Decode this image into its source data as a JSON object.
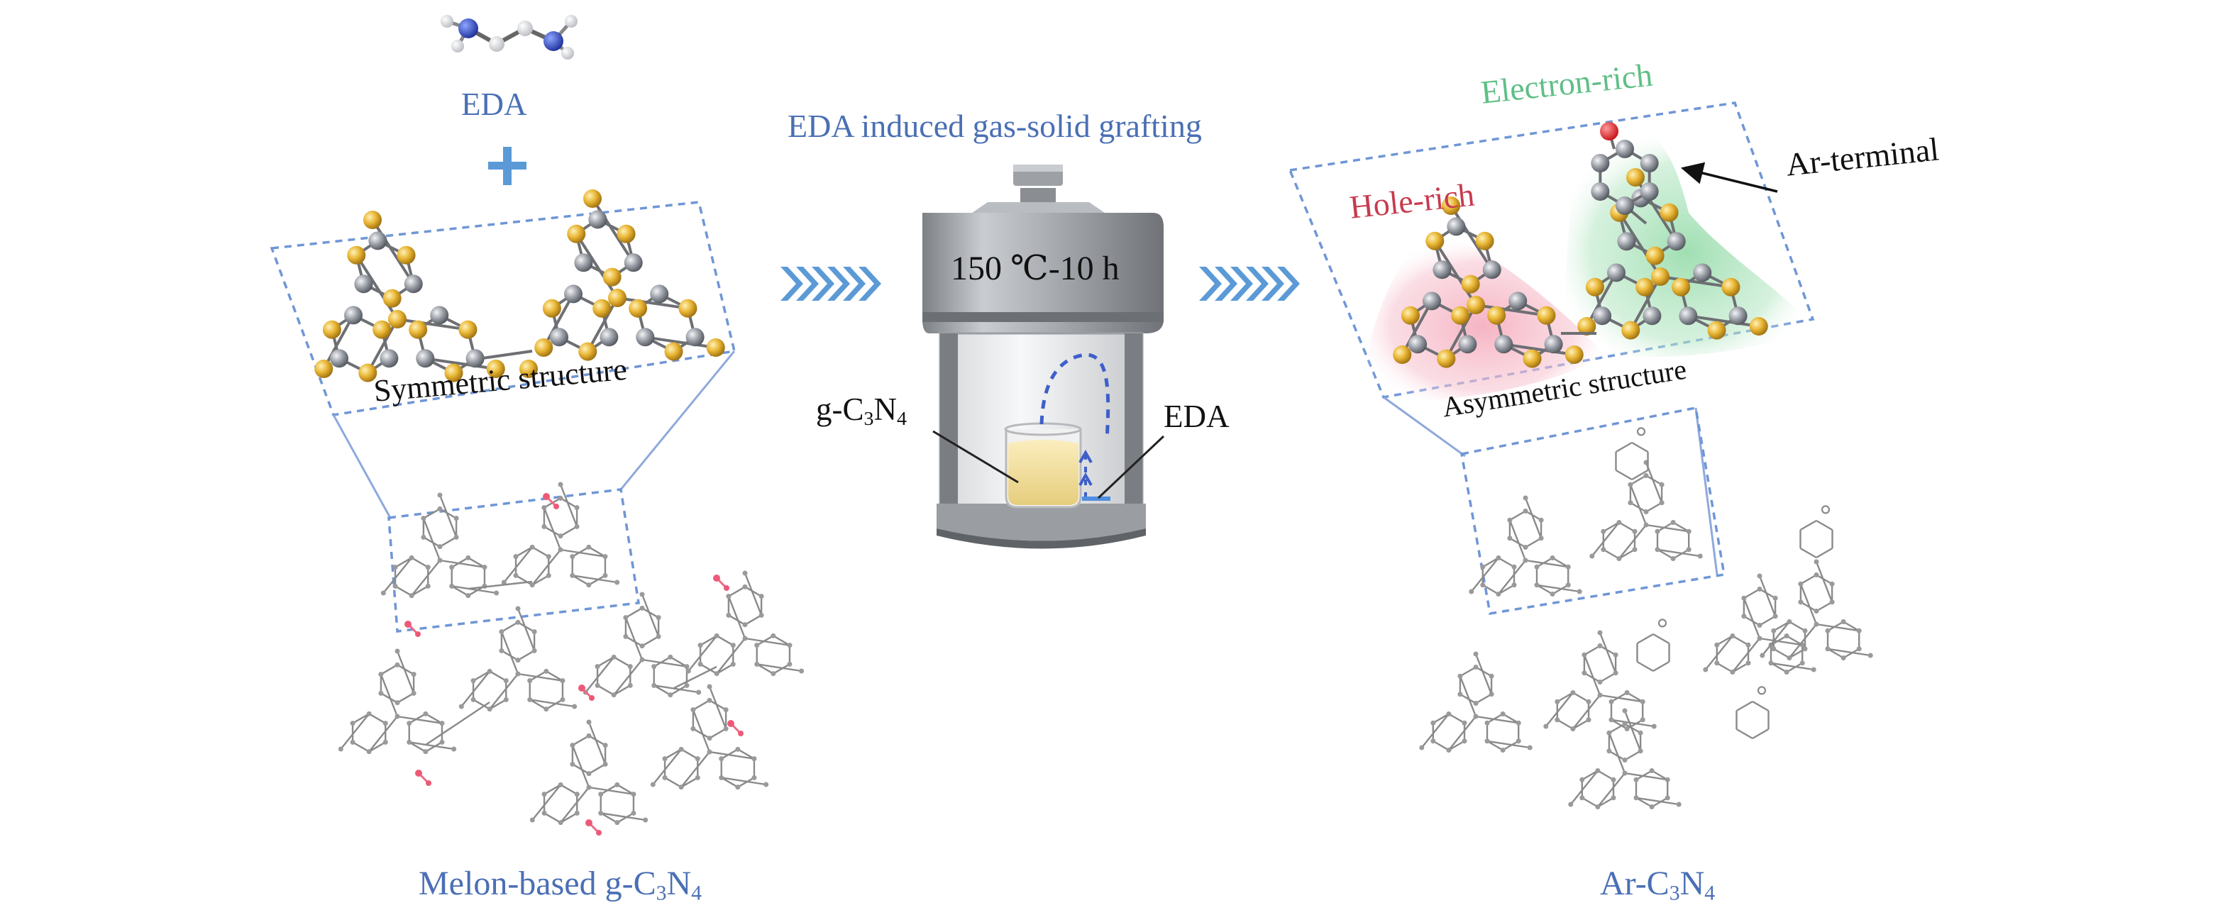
{
  "colors": {
    "label_blue": "#4a6fb5",
    "hole_red": "#c83a4e",
    "electron_green": "#5fbf86",
    "yellow_atom": "#e6b431",
    "grey_atom": "#8e939b",
    "arrow_blue": "#5b9ad6",
    "dashed_box": "#6f96d6",
    "red_atom": "#e8202a"
  },
  "icons": [
    "eda-molecule-icon",
    "plus-icon",
    "chevron-arrow-icon",
    "autoclave-icon",
    "beaker-icon"
  ],
  "labels": {
    "eda": "EDA",
    "process_title": "EDA induced gas-solid grafting",
    "condition": "150 ℃-10 h",
    "symmetric": "Symmetric structure",
    "asymmetric": "Asymmetric structure",
    "hole_rich": "Hole-rich",
    "electron_rich": "Electron-rich",
    "ar_terminal": "Ar-terminal",
    "eda_vessel": "EDA",
    "gc3n4_prefix": "g-C",
    "gc3n4_sub3": "3",
    "gc3n4_n": "N",
    "gc3n4_sub4": "4",
    "melon_prefix": "Melon-based g-C",
    "melon_sub3": "3",
    "melon_n": "N",
    "melon_sub4": "4",
    "ar_prefix": "Ar-C",
    "ar_sub3": "3",
    "ar_n": "N",
    "ar_sub4": "4"
  }
}
